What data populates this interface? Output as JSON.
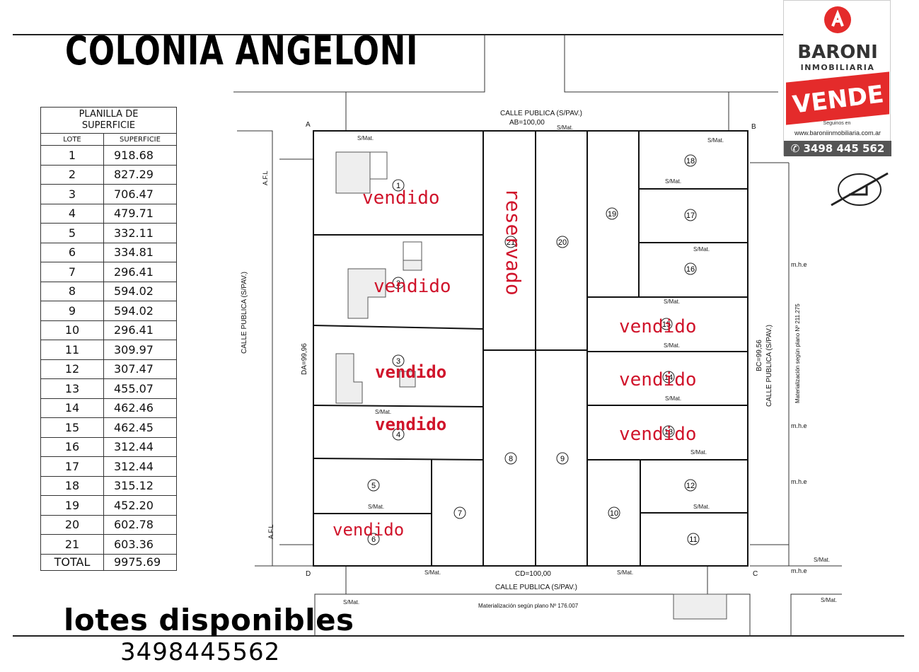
{
  "title": "COLONIA ANGELONI",
  "planilla": {
    "caption": [
      "PLANILLA DE",
      "SUPERFICIE"
    ],
    "col_lote": "LOTE",
    "col_superficie": "SUPERFICIE",
    "rows": [
      {
        "lote": "1",
        "sup": "918.68"
      },
      {
        "lote": "2",
        "sup": "827.29"
      },
      {
        "lote": "3",
        "sup": "706.47"
      },
      {
        "lote": "4",
        "sup": "479.71"
      },
      {
        "lote": "5",
        "sup": "332.11"
      },
      {
        "lote": "6",
        "sup": "334.81"
      },
      {
        "lote": "7",
        "sup": "296.41"
      },
      {
        "lote": "8",
        "sup": "594.02"
      },
      {
        "lote": "9",
        "sup": "594.02"
      },
      {
        "lote": "10",
        "sup": "296.41"
      },
      {
        "lote": "11",
        "sup": "309.97"
      },
      {
        "lote": "12",
        "sup": "307.47"
      },
      {
        "lote": "13",
        "sup": "455.07"
      },
      {
        "lote": "14",
        "sup": "462.46"
      },
      {
        "lote": "15",
        "sup": "462.45"
      },
      {
        "lote": "16",
        "sup": "312.44"
      },
      {
        "lote": "17",
        "sup": "312.44"
      },
      {
        "lote": "18",
        "sup": "315.12"
      },
      {
        "lote": "19",
        "sup": "452.20"
      },
      {
        "lote": "20",
        "sup": "602.78"
      },
      {
        "lote": "21",
        "sup": "603.36"
      }
    ],
    "total_label": "TOTAL",
    "total_value": "9975.69"
  },
  "footer": {
    "title": "lotes disponibles",
    "phone": "3498445562"
  },
  "brand": {
    "logo_icon": "baroni-a-icon",
    "name": "BARONI",
    "sub": "INMOBILIARIA",
    "vende": "VENDE",
    "follow": "Seguinos en",
    "web": "www.baroniinmobiliaria.com.ar",
    "phone": "3498 445 562"
  },
  "plan": {
    "calle_top": "CALLE PUBLICA (S/PAV.)",
    "ab": "AB=100,00",
    "calle_bottom": "CALLE PUBLICA (S/PAV.)",
    "cd": "CD=100,00",
    "calle_left": "CALLE PUBLICA (S/PAV.)",
    "da": "DA=99,96",
    "calle_right": "CALLE PUBLICA (S/PAV.)",
    "bc": "BC=99,56",
    "materializacion_right": "Materialización según plano Nº 211.275",
    "materializacion_bottom": "Materialización según plano Nº 176.007",
    "corner_a": "A",
    "corner_b": "B",
    "corner_c": "C",
    "corner_d": "D",
    "afl": "A.F.L",
    "mhe": "m.h.e",
    "smat": "S/Mat.",
    "vendido": "vendido",
    "reservado": "reservado"
  },
  "colors": {
    "accent_red": "#d0142b",
    "brand_red": "#e42b2b"
  }
}
